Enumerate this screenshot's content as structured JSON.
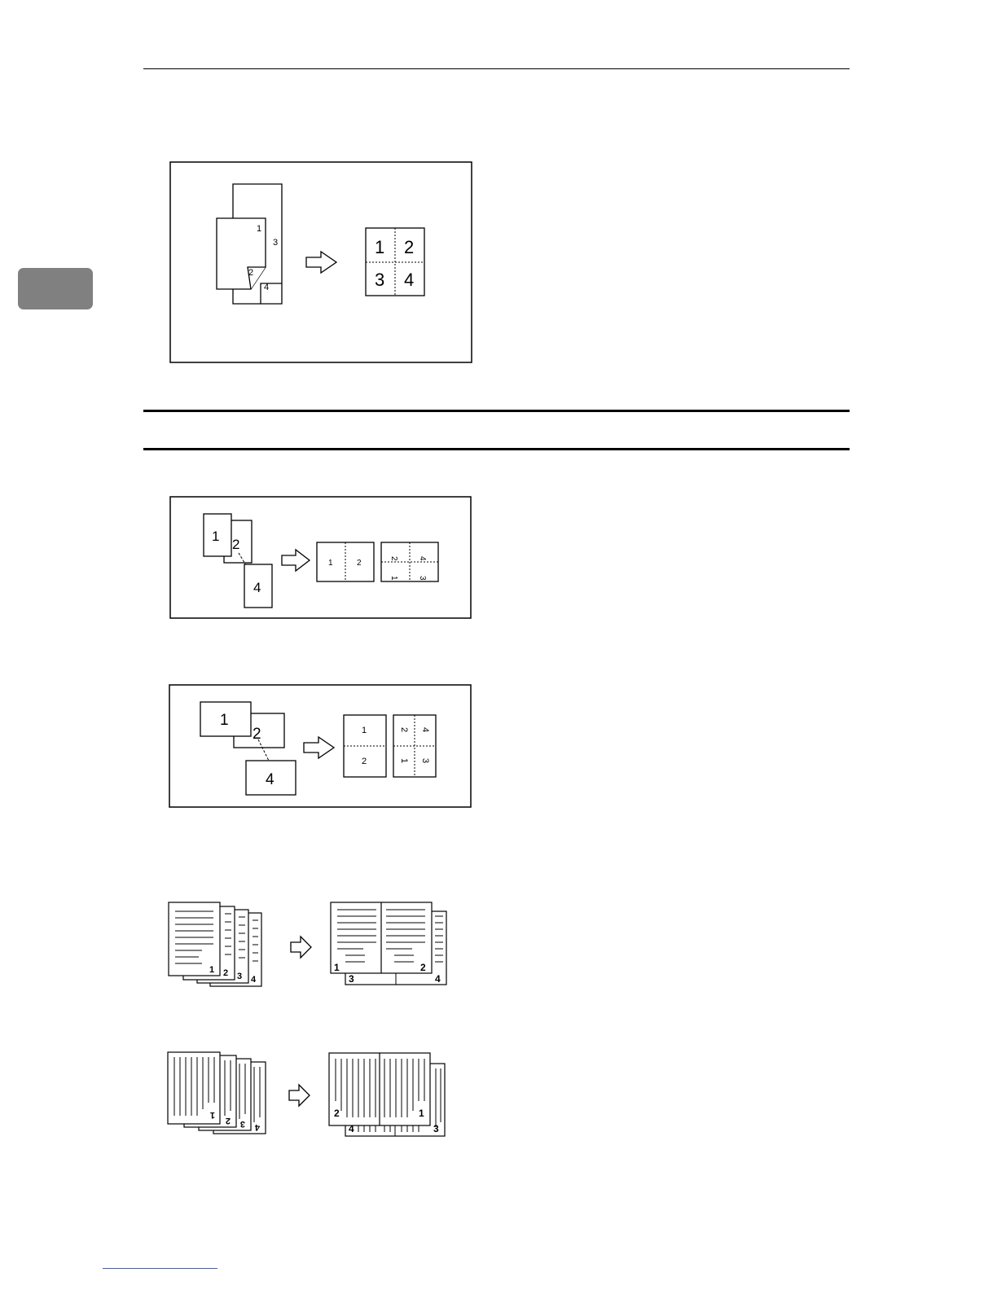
{
  "page": {
    "chapter_tab_color": "#808080",
    "rule_color": "#000000"
  },
  "fig1": {
    "originals": [
      "1",
      "3",
      "2",
      "4"
    ],
    "result": [
      "1",
      "2",
      "3",
      "4"
    ]
  },
  "fig2": {
    "originals": [
      "1",
      "2",
      "4"
    ],
    "result_2up": [
      "1",
      "2"
    ],
    "result_4up": [
      "2",
      "4",
      "1",
      "3"
    ]
  },
  "fig3": {
    "originals": [
      "1",
      "2",
      "4"
    ],
    "result_2up": [
      "1",
      "2"
    ],
    "result_4up": [
      "2",
      "4",
      "1",
      "3"
    ]
  },
  "fig4": {
    "originals": [
      "1",
      "2",
      "3",
      "4"
    ],
    "result": [
      "1",
      "2",
      "3",
      "4"
    ]
  },
  "fig5": {
    "originals": [
      "1",
      "2",
      "3",
      "4"
    ],
    "result": [
      "2",
      "1",
      "4",
      "3"
    ]
  }
}
